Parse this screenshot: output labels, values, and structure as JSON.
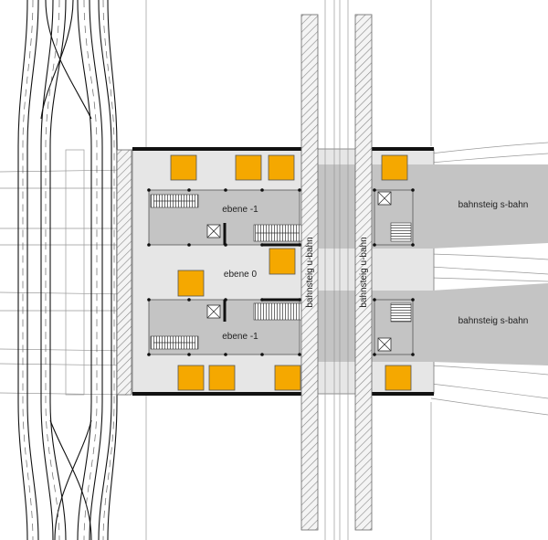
{
  "labels": {
    "level_minus1_top": "ebene -1",
    "level_0": "ebene 0",
    "level_minus1_bottom": "ebene -1",
    "sbahn_top": "bahnsteig s-bahn",
    "sbahn_bottom": "bahnsteig s-bahn",
    "ubahn_left": "bahnsteig u-bahn",
    "ubahn_right": "bahnsteig u-bahn"
  },
  "colors": {
    "kiosk": "#f5a800",
    "hall": "#e6e6e6",
    "platform": "#c4c4c4",
    "wall": "#111111",
    "line": "#555555"
  }
}
